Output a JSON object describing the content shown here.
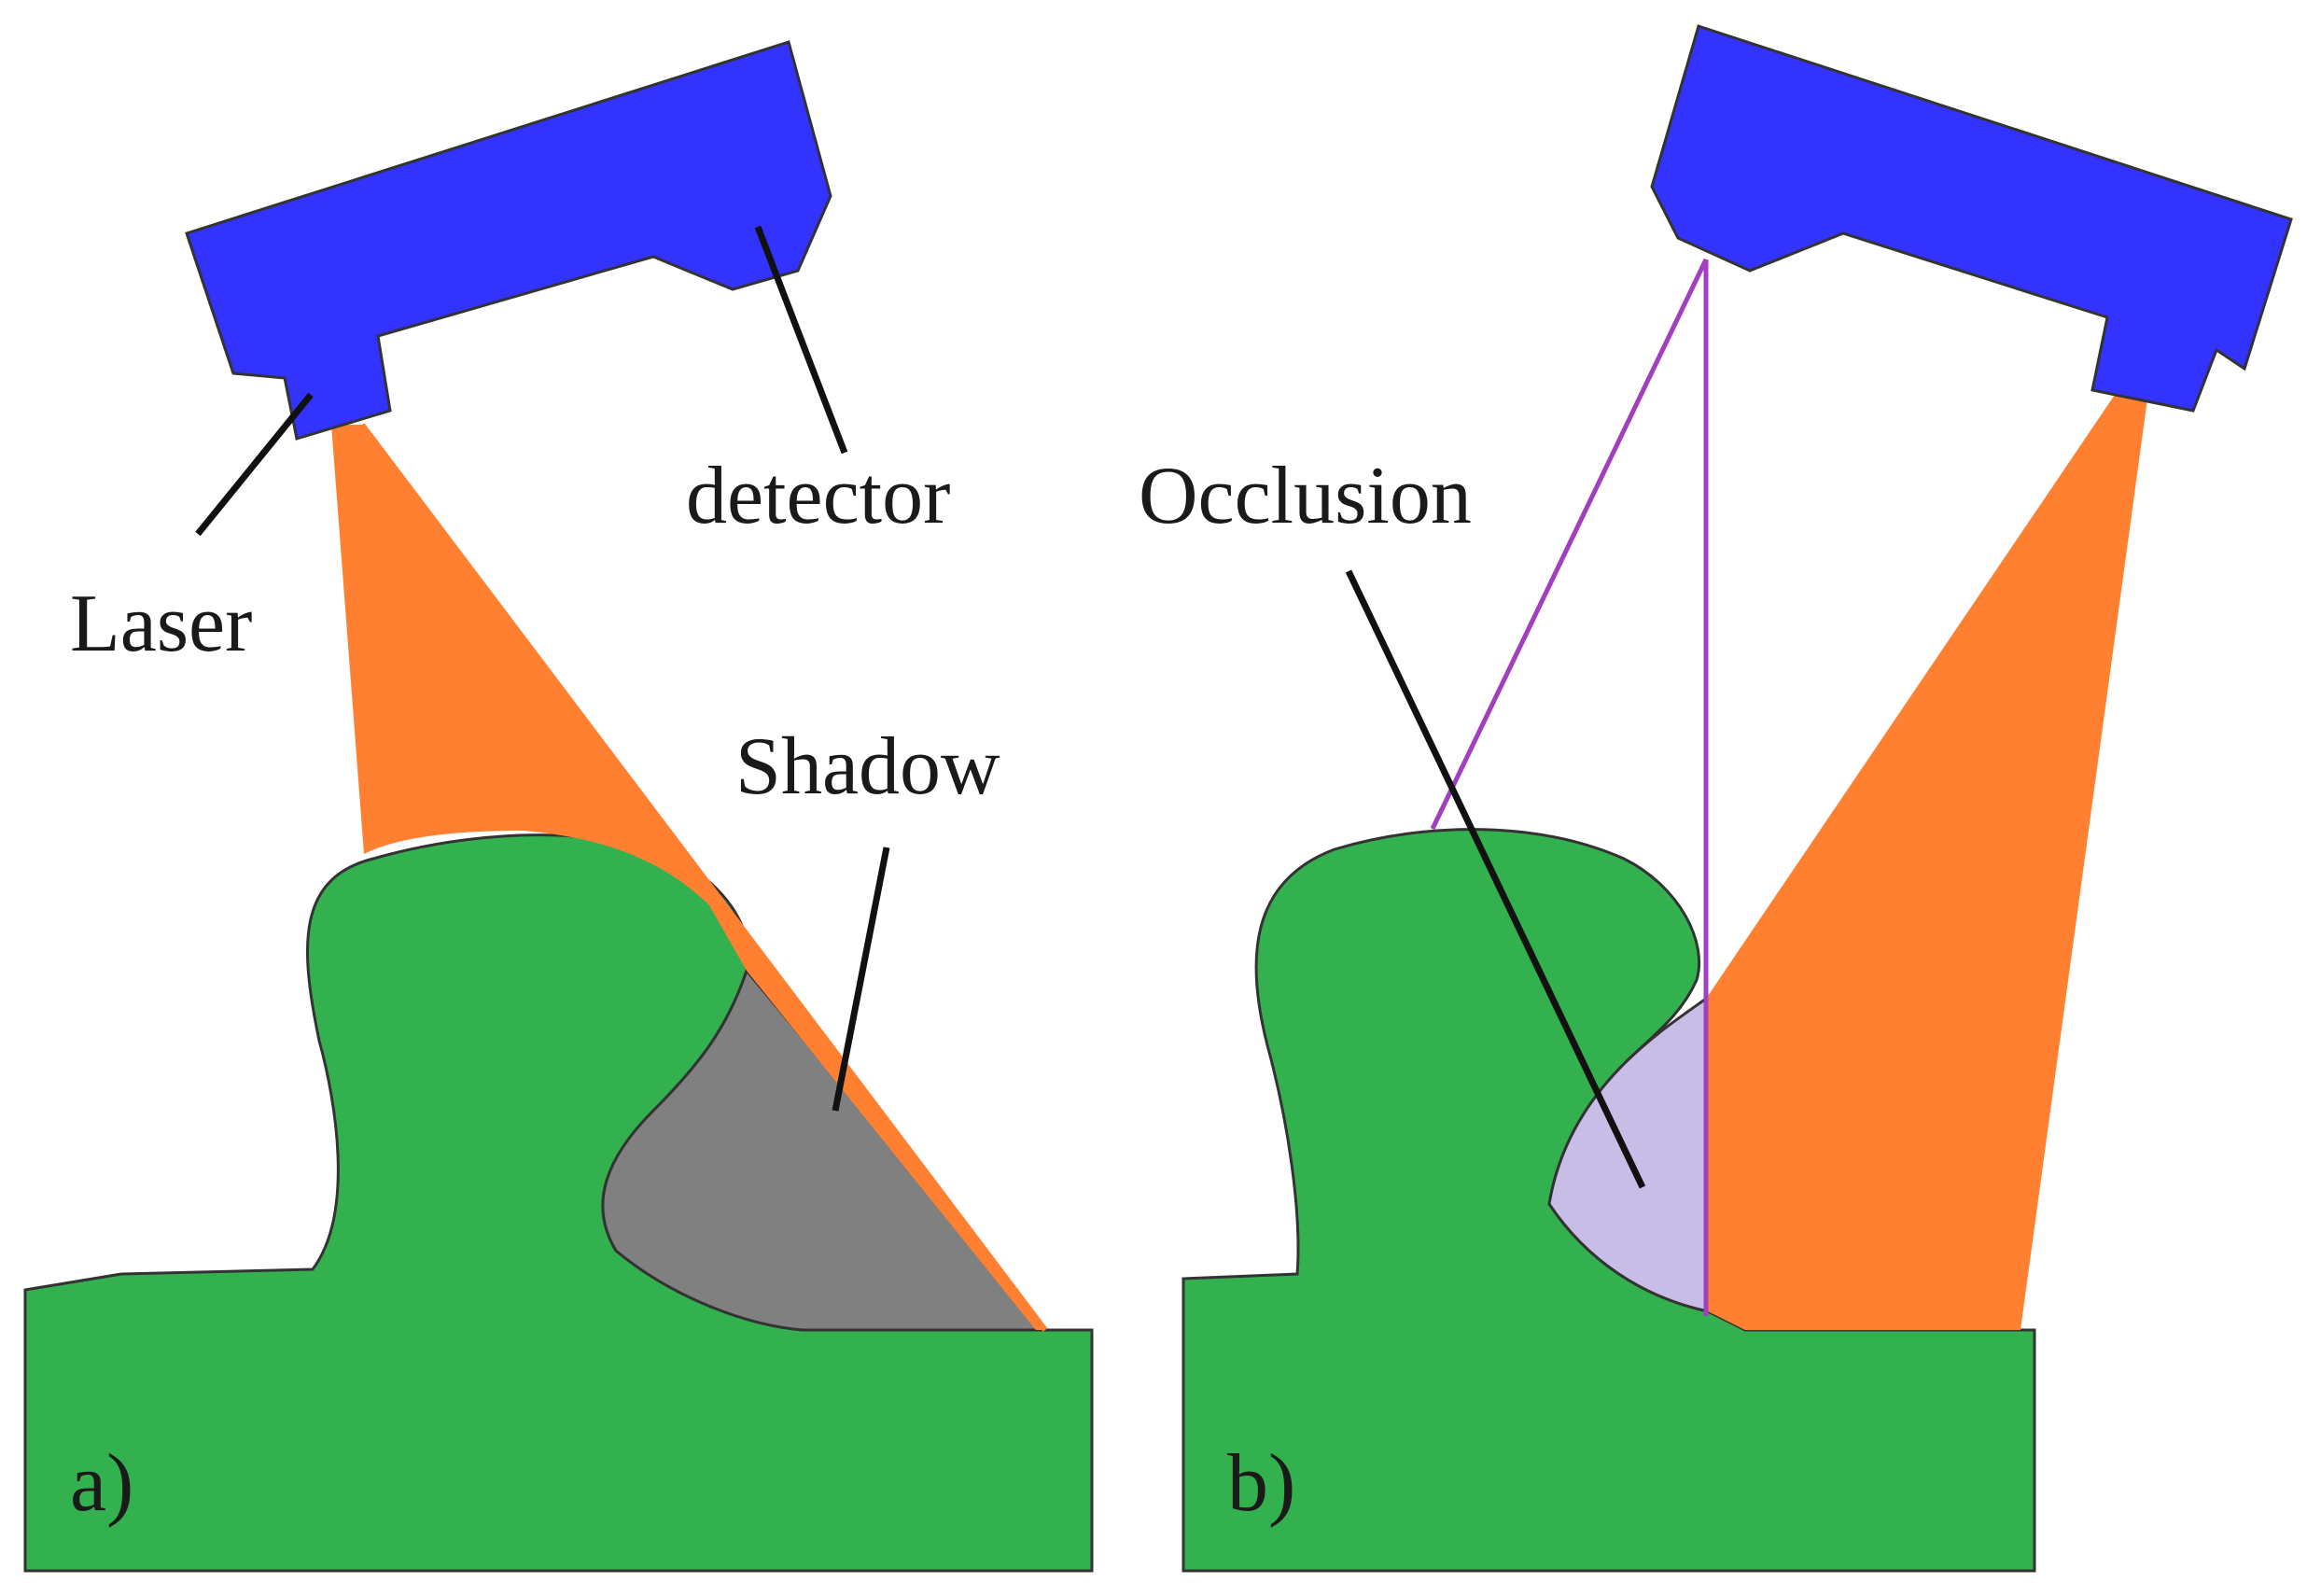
{
  "panels": [
    {
      "id": "a",
      "tag": "a)",
      "labels": {
        "laser": "Laser",
        "detector": "detector",
        "shadow": "Shadow"
      }
    },
    {
      "id": "b",
      "tag": "b)",
      "labels": {
        "occlusion": "Occlusion"
      }
    }
  ],
  "colors": {
    "scanner": "#3333ff",
    "laser_beam": "#ff8030",
    "object": "#33b14f",
    "shadow": "#808080",
    "occlusion": "#c8bde6",
    "sight_line": "#a040c0",
    "leader_line": "#111111",
    "outline": "#333333"
  }
}
